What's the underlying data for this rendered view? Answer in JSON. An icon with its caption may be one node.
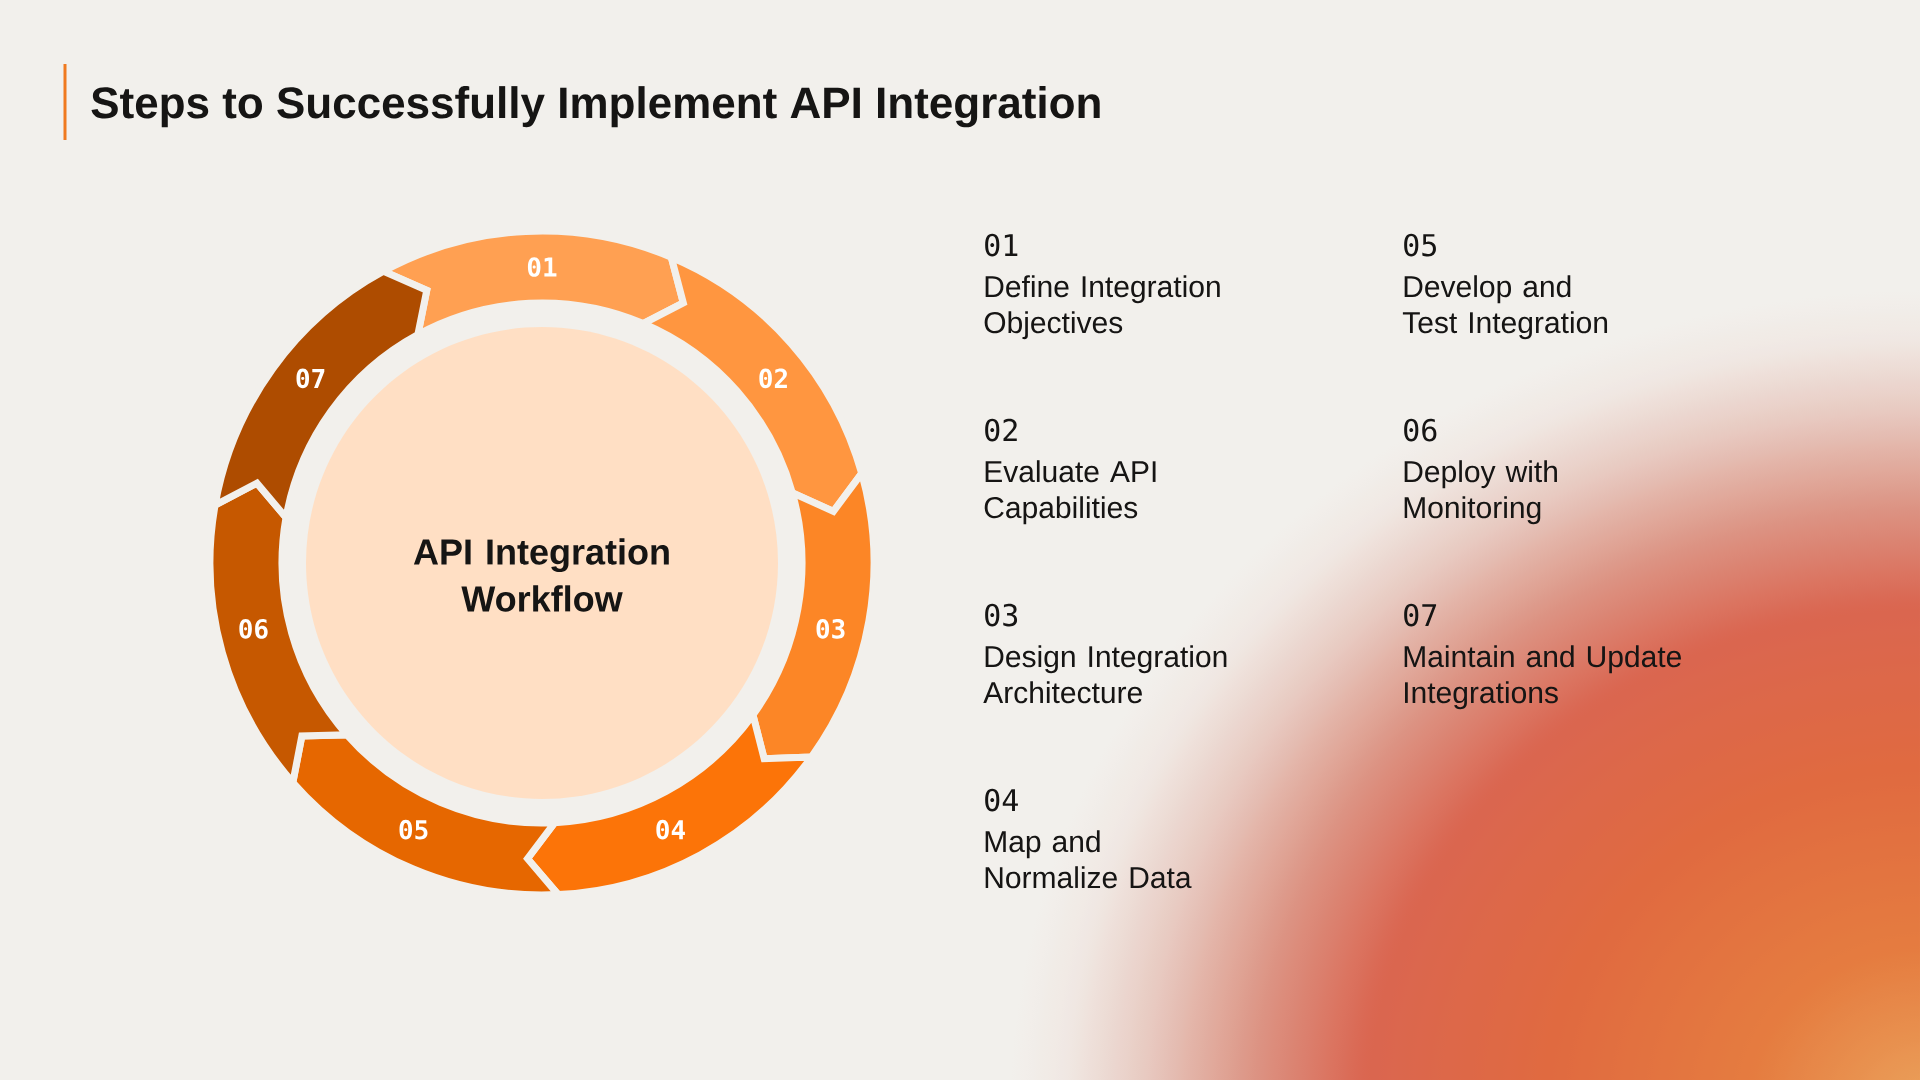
{
  "diagram": {
    "title": "Steps to Successfully Implement API Integration",
    "nodes": [
      {
        "text": [
          "API Integration Workflow"
        ]
      },
      {
        "text": [
          "01"
        ]
      },
      {
        "text": [
          "02"
        ]
      },
      {
        "text": [
          "03"
        ]
      },
      {
        "text": [
          "04"
        ]
      },
      {
        "text": [
          "05"
        ]
      },
      {
        "text": [
          "06"
        ]
      },
      {
        "text": [
          "07"
        ]
      }
    ],
    "labels": [
      "01",
      "Define Integration Objectives",
      "02",
      "Evaluate API Capabilities",
      "03",
      "Design Integration Architecture",
      "04",
      "Map and Normalize Data",
      "05",
      "Develop and Test Integration",
      "06",
      "Deploy with Monitoring",
      "07",
      "Maintain and Update Integrations"
    ]
  }
}
